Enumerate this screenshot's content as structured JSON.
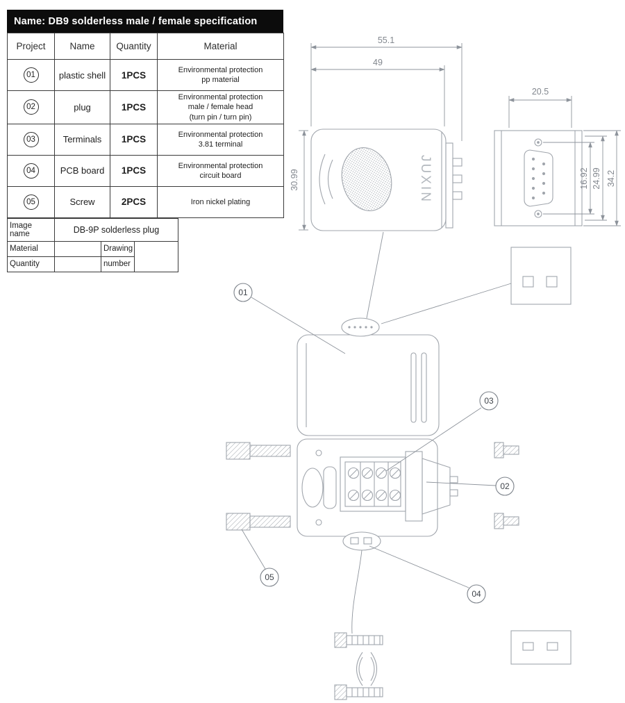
{
  "title": "Name: DB9 solderless male / female specification",
  "spec_table": {
    "headers": [
      "Project",
      "Name",
      "Quantity",
      "Material"
    ],
    "rows": [
      {
        "project": "01",
        "name": "plastic shell",
        "quantity": "1PCS",
        "material": "Environmental protection\npp material"
      },
      {
        "project": "02",
        "name": "plug",
        "quantity": "1PCS",
        "material": "Environmental protection\nmale / female head\n(turn pin / turn pin)"
      },
      {
        "project": "03",
        "name": "Terminals",
        "quantity": "1PCS",
        "material": "Environmental protection\n3.81 terminal"
      },
      {
        "project": "04",
        "name": "PCB board",
        "quantity": "1PCS",
        "material": "Environmental protection\ncircuit board"
      },
      {
        "project": "05",
        "name": "Screw",
        "quantity": "2PCS",
        "material": "Iron nickel plating"
      }
    ]
  },
  "info_table": {
    "image_name_label": "Image name",
    "image_name_value": "DB-9P solderless plug",
    "material_label": "Material",
    "drawing_label": "Drawing",
    "quantity_label": "Quantity",
    "number_label": "number"
  },
  "drawing": {
    "brand": "JUXIN",
    "dims": {
      "overall_length": "55.1",
      "shell_length": "49",
      "side_height": "30.99",
      "front_width": "20.5",
      "front_height": "34.2",
      "flange_span": "24.99",
      "hole_span": "16.92"
    },
    "callouts": {
      "c01": "01",
      "c02": "02",
      "c03": "03",
      "c04": "04",
      "c05": "05"
    }
  }
}
